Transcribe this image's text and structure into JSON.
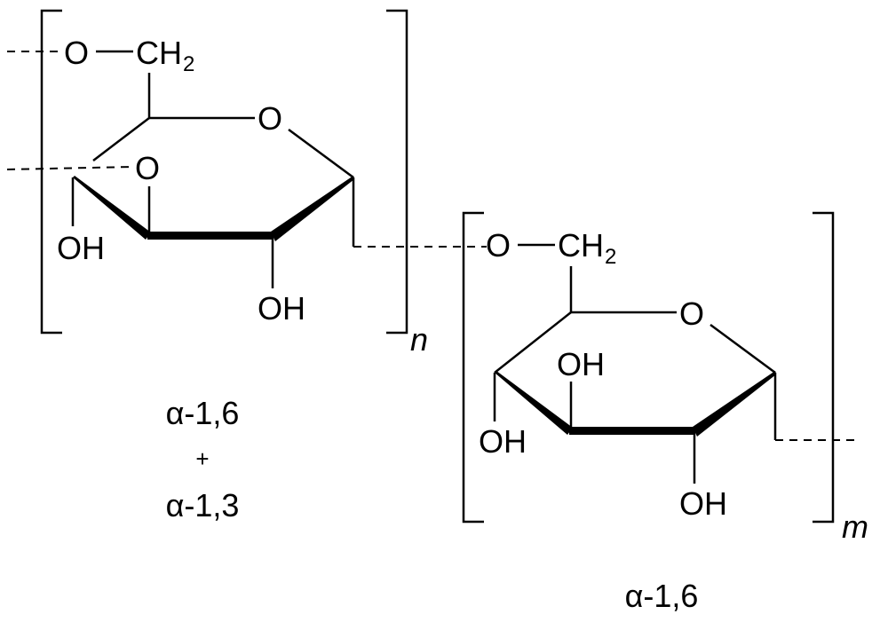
{
  "atoms": {
    "O": "O",
    "CH": "CH",
    "two": "2",
    "OH": "OH"
  },
  "repeat_n": "n",
  "repeat_m": "m",
  "left_label": {
    "line1": "α-1,6",
    "plus": "+",
    "line2": "α-1,3"
  },
  "right_label": "α-1,6"
}
